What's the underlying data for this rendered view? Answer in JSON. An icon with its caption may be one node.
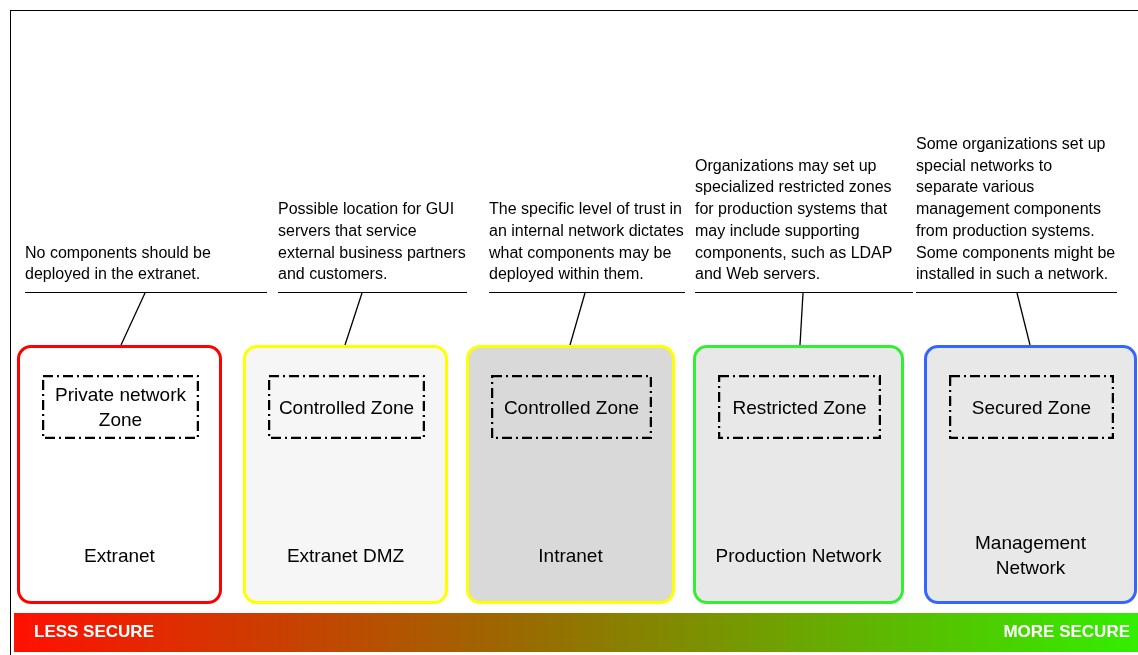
{
  "diagram": {
    "nodes": [
      {
        "text": [
          "No components should be deployed in the extranet."
        ]
      },
      {
        "text": [
          "Possible location for GUI servers that service external business partners and customers."
        ]
      },
      {
        "text": [
          "The specific  level of trust in an internal network dictates what components may be deployed within them."
        ]
      },
      {
        "text": [
          "Organizations may set up specialized restricted zones for production systems that may include supporting components, such as LDAP and Web servers."
        ]
      },
      {
        "text": [
          "Some organizations set up special networks to separate various management components from production systems. Some components might be installed in such a network."
        ]
      },
      {
        "text": [
          "Extranet"
        ]
      },
      {
        "text": [
          "Private network Zone"
        ],
        "in": 5
      },
      {
        "text": [
          "Extranet DMZ"
        ]
      },
      {
        "text": [
          "Controlled Zone"
        ],
        "in": 7
      },
      {
        "text": [
          "Intranet"
        ]
      },
      {
        "text": [
          "Controlled Zone"
        ],
        "in": 9
      },
      {
        "text": [
          "Production Network"
        ]
      },
      {
        "text": [
          "Restricted Zone"
        ],
        "in": 11
      },
      {
        "text": [
          "Management Network"
        ]
      },
      {
        "text": [
          "Secured Zone"
        ],
        "in": 13
      }
    ],
    "edges": [
      {
        "from": 0,
        "to": 5,
        "arrow": "none"
      },
      {
        "from": 1,
        "to": 7,
        "arrow": "none"
      },
      {
        "from": 2,
        "to": 9,
        "arrow": "none"
      },
      {
        "from": 3,
        "to": 11,
        "arrow": "none"
      },
      {
        "from": 4,
        "to": 13,
        "arrow": "none"
      }
    ],
    "labels": [
      "LESS SECURE",
      "MORE SECURE"
    ]
  }
}
